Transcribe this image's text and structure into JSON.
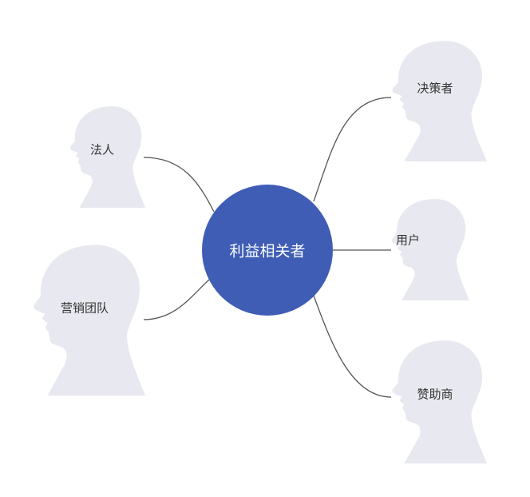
{
  "center": {
    "label": "利益相关者",
    "color": "#3f5db5"
  },
  "head_color": "#e8e9f0",
  "line_color": "#555555",
  "nodes": [
    {
      "label": "法人"
    },
    {
      "label": "营销团队"
    },
    {
      "label": "决策者"
    },
    {
      "label": "用户"
    },
    {
      "label": "赞助商"
    }
  ]
}
